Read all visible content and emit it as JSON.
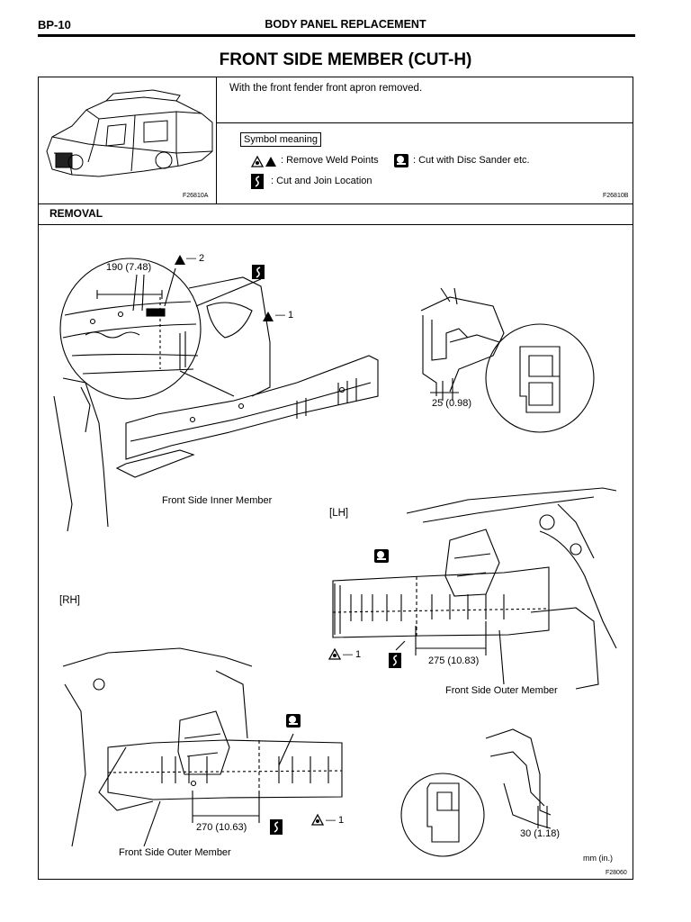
{
  "header": {
    "page_id": "BP-10",
    "section_title": "BODY PANEL REPLACEMENT"
  },
  "title": "FRONT SIDE MEMBER (CUT-H)",
  "top_panel": {
    "car_figure_code": "F26810A",
    "instruction": "With the front fender front apron removed.",
    "symbol_heading": "Symbol meaning",
    "symbols": {
      "weld_points": ": Remove Weld Points",
      "disc_sander": ": Cut with Disc Sander etc.",
      "cut_join": ": Cut and Join Location"
    },
    "symbol_figure_code": "F26810B"
  },
  "removal": {
    "heading": "REMOVAL",
    "labels": {
      "dim_190": "190 (7.48)",
      "weld_2": "— 2",
      "weld_1_top": "— 1",
      "dim_25": "25 (0.98)",
      "inner_member": "Front Side Inner Member",
      "lh": "[LH]",
      "rh": "[RH]",
      "weld_1_lh": "— 1",
      "dim_275": "275 (10.83)",
      "outer_member_lh": "Front Side Outer Member",
      "dim_270": "270 (10.63)",
      "weld_1_rh": "— 1",
      "dim_30": "30 (1.18)",
      "outer_member_rh": "Front Side Outer Member",
      "units": "mm (in.)",
      "figure_code": "F28060"
    }
  },
  "icons": [
    "weld-point-icon",
    "disc-sander-icon",
    "cut-join-icon"
  ]
}
